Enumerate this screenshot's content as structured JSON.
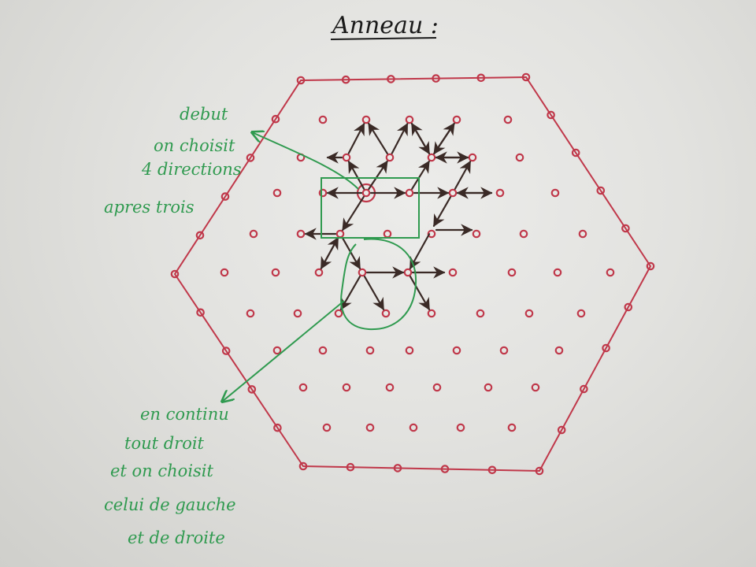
{
  "title": "Anneau :",
  "annotations": {
    "top_left": [
      "debut",
      "on choisit",
      "4 directions",
      "apres trois"
    ],
    "bottom_left": [
      "en continu",
      "tout droit",
      "et on choisit",
      "celui de gauche",
      "et de droite"
    ]
  },
  "colors": {
    "hexagon": "#c0384a",
    "dots": "#c0384a",
    "arrows": "#3a2a26",
    "annotations": "#2f9a4f",
    "title": "#1a1a1a"
  }
}
